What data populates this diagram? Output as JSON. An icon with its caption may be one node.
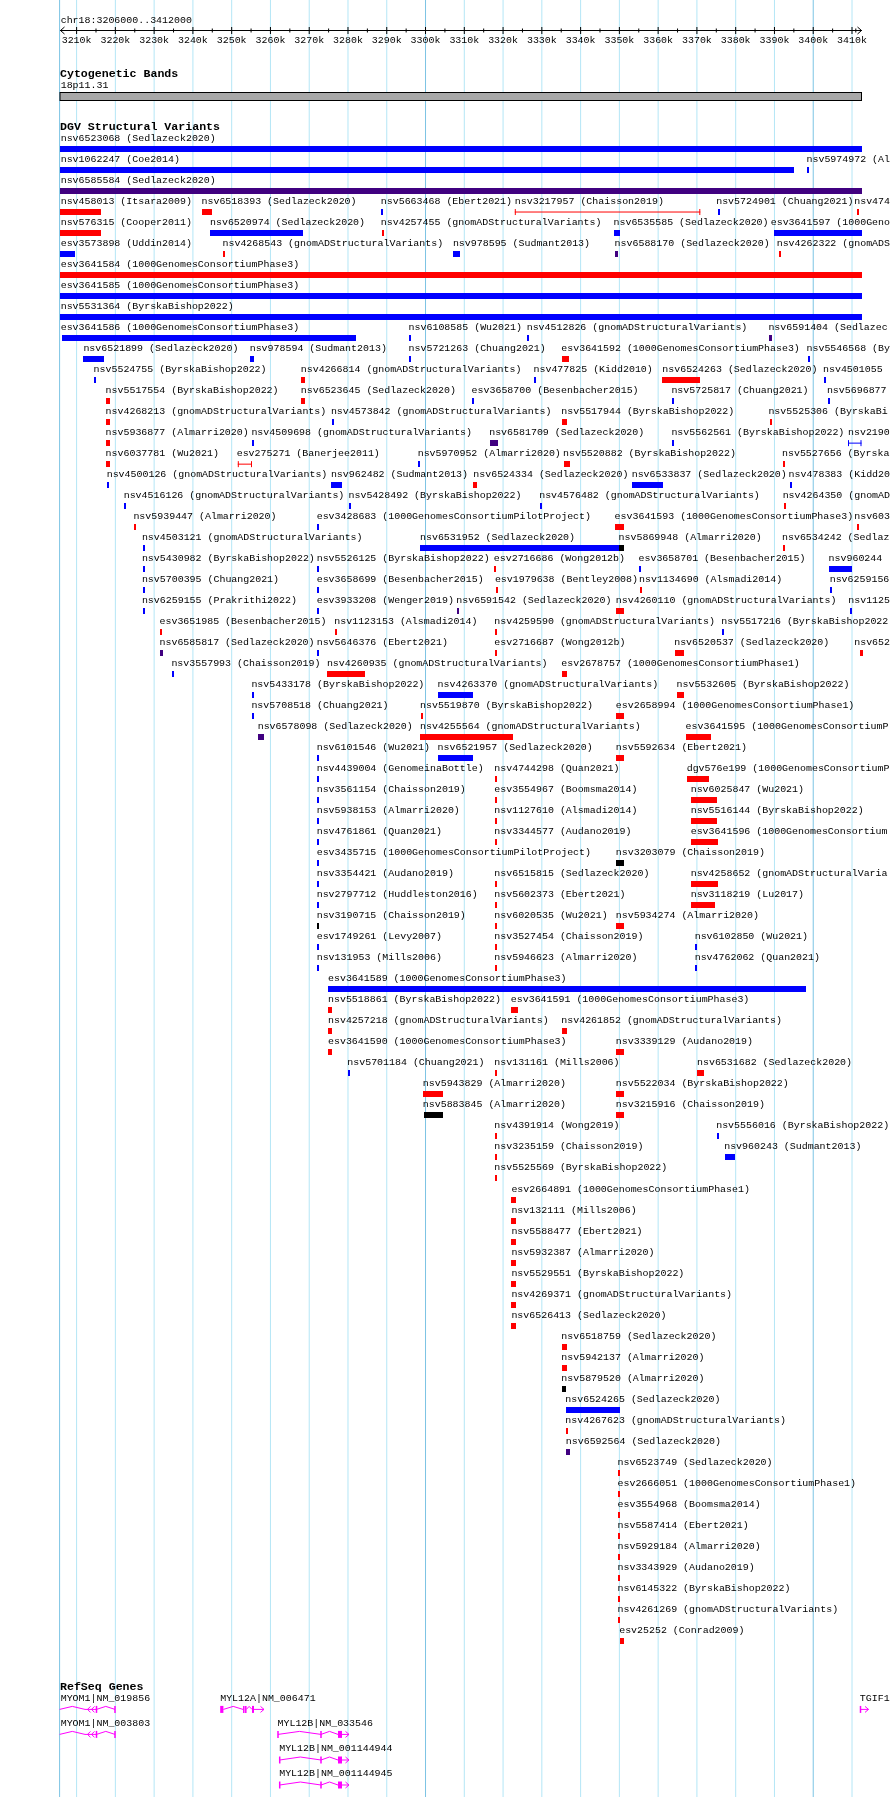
{
  "diagram": {
    "title": "chr18:3206000..3412000",
    "labels": [
      "3210k",
      "3220k",
      "3230k",
      "3240k",
      "3250k",
      "3260k",
      "3270k",
      "3280k",
      "3290k",
      "3300k",
      "3310k",
      "3320k",
      "3330k",
      "3340k",
      "3350k",
      "3360k",
      "3370k",
      "3380k",
      "3390k",
      "3400k",
      "3410k",
      "Cytogenetic Bands",
      "18p11.31",
      "DGV Structural Variants",
      "nsv6523068 (Sedlazeck2020)",
      "nsv1062247 (Coe2014)",
      "nsv5974972 (Al",
      "nsv6585584 (Sedlazeck2020)",
      "nsv458013 (Itsara2009)",
      "nsv6518393 (Sedlazeck2020)",
      "nsv5663468 (Ebert2021)",
      "nsv3217957 (Chaisson2019)",
      "nsv5724901 (Chuang2021)",
      "nsv474",
      "nsv576315 (Cooper2011)",
      "nsv6520974 (Sedlazeck2020)",
      "nsv4257455 (gnomADStructuralVariants)",
      "nsv6535585 (Sedlazeck2020)",
      "esv3641597 (1000Geno",
      "esv3573898 (Uddin2014)",
      "nsv4268543 (gnomADStructuralVariants)",
      "nsv978595 (Sudmant2013)",
      "nsv6588170 (Sedlazeck2020)",
      "nsv4262322 (gnomADS",
      "esv3641584 (1000GenomesConsortiumPhase3)",
      "esv3641585 (1000GenomesConsortiumPhase3)",
      "nsv5531364 (ByrskaBishop2022)",
      "esv3641586 (1000GenomesConsortiumPhase3)",
      "nsv6108585 (Wu2021)",
      "nsv4512826 (gnomADStructuralVariants)",
      "nsv6591404 (Sedlazec",
      "nsv6521899 (Sedlazeck2020)",
      "nsv978594 (Sudmant2013)",
      "nsv5721263 (Chuang2021)",
      "esv3641592 (1000GenomesConsortiumPhase3)",
      "nsv5546568 (By",
      "nsv5524755 (ByrskaBishop2022)",
      "nsv4266814 (gnomADStructuralVariants)",
      "nsv477825 (Kidd2010)",
      "nsv6524263 (Sedlazeck2020)",
      "nsv4501055",
      "nsv5517554 (ByrskaBishop2022)",
      "nsv6523645 (Sedlazeck2020)",
      "esv3658700 (Besenbacher2015)",
      "nsv5725817 (Chuang2021)",
      "nsv5696877",
      "nsv4268213 (gnomADStructuralVariants)",
      "nsv4573842 (gnomADStructuralVariants)",
      "nsv5517944 (ByrskaBishop2022)",
      "nsv5525306 (ByrskaBi",
      "nsv5936877 (Almarri2020)",
      "nsv4509698 (gnomADStructuralVariants)",
      "nsv6581709 (Sedlazeck2020)",
      "nsv5562561 (ByrskaBishop2022)",
      "nsv2190",
      "nsv6037781 (Wu2021)",
      "esv275271 (Banerjee2011)",
      "nsv5970952 (Almarri2020)",
      "nsv5520882 (ByrskaBishop2022)",
      "nsv5527656 (Byrska",
      "nsv4500126 (gnomADStructuralVariants)",
      "nsv962482 (Sudmant2013)",
      "nsv6524334 (Sedlazeck2020)",
      "nsv6533837 (Sedlazeck2020)",
      "nsv478383 (Kidd20",
      "nsv4516126 (gnomADStructuralVariants)",
      "nsv5428492 (ByrskaBishop2022)",
      "nsv4576482 (gnomADStructuralVariants)",
      "nsv4264350 (gnomAD",
      "nsv5939447 (Almarri2020)",
      "esv3428683 (1000GenomesConsortiumPilotProject)",
      "esv3641593 (1000GenomesConsortiumPhase3)",
      "nsv603",
      "nsv4503121 (gnomADStructuralVariants)",
      "nsv6531952 (Sedlazeck2020)",
      "nsv5869948 (Almarri2020)",
      "nsv6534242 (Sedlaz",
      "nsv5430982 (ByrskaBishop2022)",
      "nsv5526125 (ByrskaBishop2022)",
      "esv2716686 (Wong2012b)",
      "esv3658701 (Besenbacher2015)",
      "nsv960244",
      "nsv5700395 (Chuang2021)",
      "esv3658699 (Besenbacher2015)",
      "esv1979638 (Bentley2008)",
      "nsv1134690 (Alsmadi2014)",
      "nsv6259156",
      "nsv6259155 (Prakrithi2022)",
      "esv3933208 (Wenger2019)",
      "nsv6591542 (Sedlazeck2020)",
      "nsv4260110 (gnomADStructuralVariants)",
      "nsv1125",
      "esv3651985 (Besenbacher2015)",
      "nsv1123153 (Alsmadi2014)",
      "nsv4259590 (gnomADStructuralVariants)",
      "nsv5517216 (ByrskaBishop2022",
      "nsv6585817 (Sedlazeck2020)",
      "nsv5646376 (Ebert2021)",
      "esv2716687 (Wong2012b)",
      "nsv6520537 (Sedlazeck2020)",
      "nsv652",
      "nsv3557993 (Chaisson2019)",
      "nsv4260935 (gnomADStructuralVariants)",
      "esv2678757 (1000GenomesConsortiumPhase1)",
      "nsv5433178 (ByrskaBishop2022)",
      "nsv4263370 (gnomADStructuralVariants)",
      "nsv5532605 (ByrskaBishop2022)",
      "nsv5708518 (Chuang2021)",
      "nsv5519870 (ByrskaBishop2022)",
      "esv2658994 (1000GenomesConsortiumPhase1)",
      "nsv6578098 (Sedlazeck2020)",
      "nsv4255564 (gnomADStructuralVariants)",
      "esv3641595 (1000GenomesConsortiumP",
      "nsv6101546 (Wu2021)",
      "nsv6521957 (Sedlazeck2020)",
      "nsv5592634 (Ebert2021)",
      "nsv4439004 (GenomeinaBottle)",
      "nsv4744298 (Quan2021)",
      "dgv576e199 (1000GenomesConsortiumP",
      "nsv3561154 (Chaisson2019)",
      "esv3554967 (Boomsma2014)",
      "nsv6025847 (Wu2021)",
      "nsv5938153 (Almarri2020)",
      "nsv1127610 (Alsmadi2014)",
      "nsv5516144 (ByrskaBishop2022)",
      "nsv4761861 (Quan2021)",
      "nsv3344577 (Audano2019)",
      "esv3641596 (1000GenomesConsortium",
      "esv3435715 (1000GenomesConsortiumPilotProject)",
      "nsv3203079 (Chaisson2019)",
      "nsv3354421 (Audano2019)",
      "nsv6515815 (Sedlazeck2020)",
      "nsv4258652 (gnomADStructuralVaria",
      "nsv2797712 (Huddleston2016)",
      "nsv5602373 (Ebert2021)",
      "nsv3118219 (Lu2017)",
      "nsv3190715 (Chaisson2019)",
      "nsv6020535 (Wu2021)",
      "nsv5934274 (Almarri2020)",
      "esv1749261 (Levy2007)",
      "nsv3527454 (Chaisson2019)",
      "nsv6102850 (Wu2021)",
      "nsv131953 (Mills2006)",
      "nsv5946623 (Almarri2020)",
      "nsv4762062 (Quan2021)",
      "esv3641589 (1000GenomesConsortiumPhase3)",
      "nsv5518861 (ByrskaBishop2022)",
      "esv3641591 (1000GenomesConsortiumPhase3)",
      "nsv4257218 (gnomADStructuralVariants)",
      "nsv4261852 (gnomADStructuralVariants)",
      "esv3641590 (1000GenomesConsortiumPhase3)",
      "nsv3339129 (Audano2019)",
      "nsv5701184 (Chuang2021)",
      "nsv131161 (Mills2006)",
      "nsv6531682 (Sedlazeck2020)",
      "nsv5943829 (Almarri2020)",
      "nsv5522034 (ByrskaBishop2022)",
      "nsv5883845 (Almarri2020)",
      "nsv3215916 (Chaisson2019)",
      "nsv4391914 (Wong2019)",
      "nsv5556016 (ByrskaBishop2022)",
      "nsv3235159 (Chaisson2019)",
      "nsv960243 (Sudmant2013)",
      "nsv5525569 (ByrskaBishop2022)",
      "esv2664891 (1000GenomesConsortiumPhase1)",
      "nsv132111 (Mills2006)",
      "nsv5588477 (Ebert2021)",
      "nsv5932387 (Almarri2020)",
      "nsv5529551 (ByrskaBishop2022)",
      "nsv4269371 (gnomADStructuralVariants)",
      "nsv6526413 (Sedlazeck2020)",
      "nsv6518759 (Sedlazeck2020)",
      "nsv5942137 (Almarri2020)",
      "nsv5879520 (Almarri2020)",
      "nsv6524265 (Sedlazeck2020)",
      "nsv4267623 (gnomADStructuralVariants)",
      "nsv6592564 (Sedlazeck2020)",
      "nsv6523749 (Sedlazeck2020)",
      "esv2666051 (1000GenomesConsortiumPhase1)",
      "esv3554968 (Boomsma2014)",
      "nsv5587414 (Ebert2021)",
      "nsv5929184 (Almarri2020)",
      "nsv3343929 (Audano2019)",
      "nsv6145322 (ByrskaBishop2022)",
      "nsv4261269 (gnomADStructuralVariants)",
      "esv25252 (Conrad2009)",
      "RefSeq Genes",
      "MYOM1|NM_019856",
      "MYL12A|NM_006471",
      "TGIF1",
      "MYOM1|NM_003803",
      "MYL12B|NM_033546",
      "MYL12B|NM_001144944",
      "MYL12B|NM_001144945"
    ]
  }
}
